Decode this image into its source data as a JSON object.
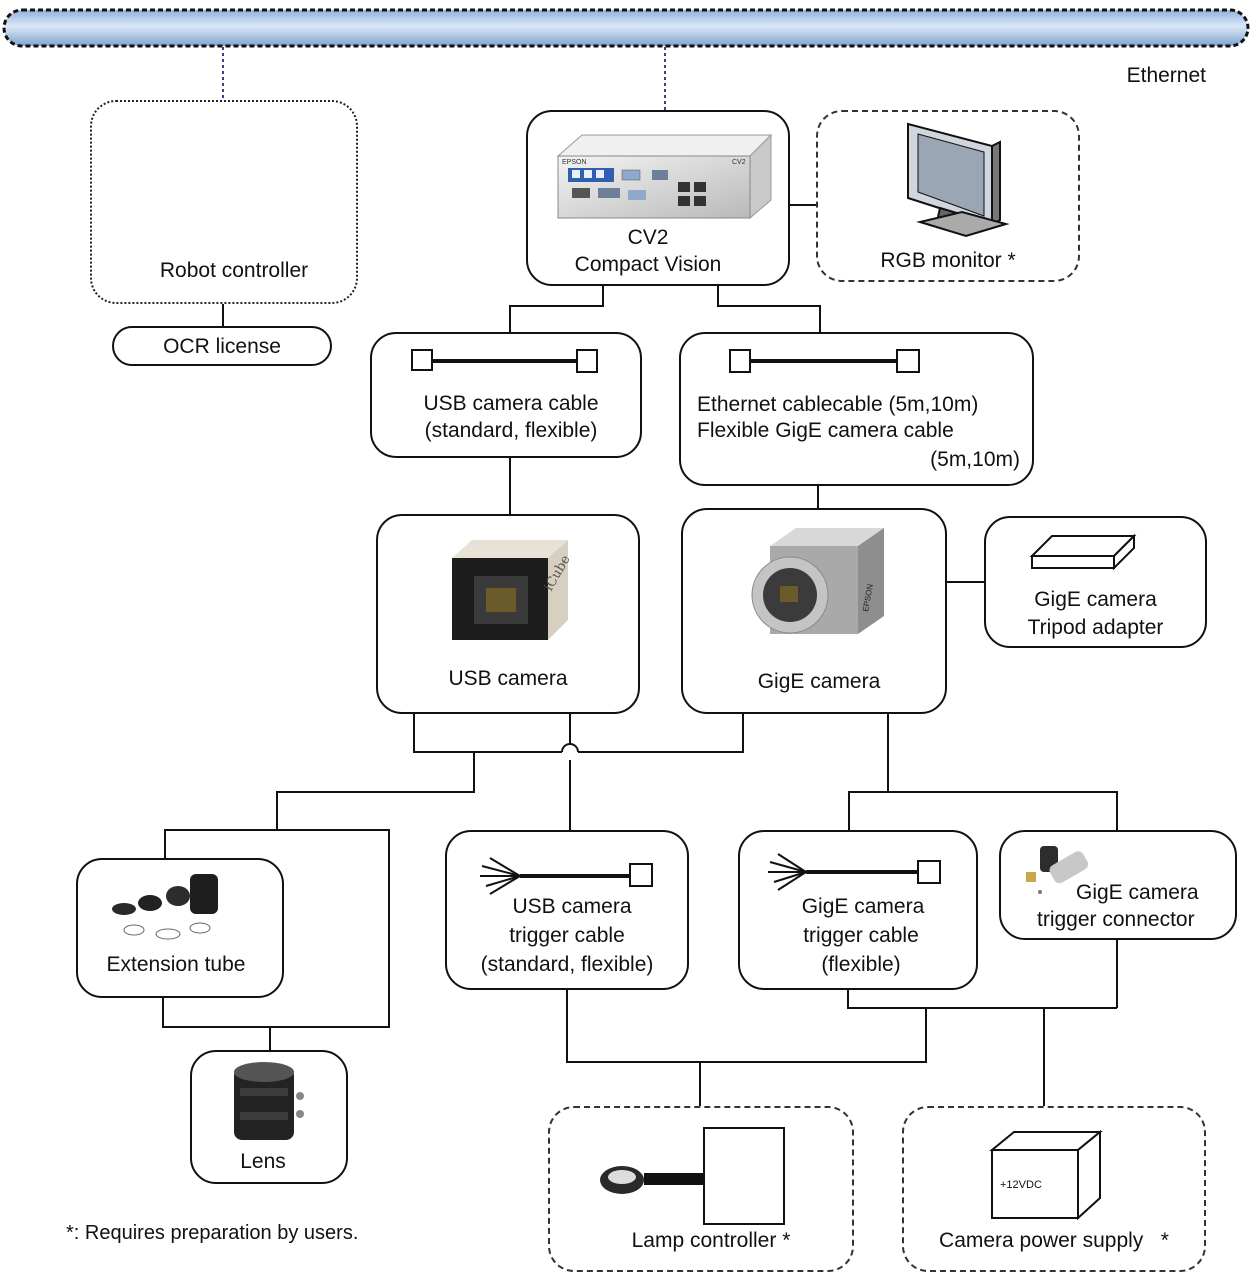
{
  "network": {
    "label": "Ethernet"
  },
  "nodes": {
    "robot_controller": {
      "label": "Robot controller"
    },
    "ocr_license": {
      "label": "OCR license"
    },
    "cv2": {
      "line1": "CV2",
      "line2": "Compact Vision",
      "photo_brand": "EPSON",
      "photo_model": "CV2"
    },
    "rgb_monitor": {
      "label": "RGB monitor *"
    },
    "usb_cable": {
      "line1": "USB camera cable",
      "line2": "(standard, flexible)"
    },
    "eth_cable": {
      "line1": "Ethernet cablecable (5m,10m)",
      "line2": "Flexible GigE camera cable",
      "line3": "(5m,10m)"
    },
    "usb_camera": {
      "label": "USB camera",
      "photo_brand": "iCube"
    },
    "gige_camera": {
      "label": "GigE camera",
      "photo_brand": "EPSON"
    },
    "tripod": {
      "line1": "GigE camera",
      "line2": "Tripod adapter"
    },
    "extension_tube": {
      "label": "Extension tube"
    },
    "lens": {
      "label": "Lens"
    },
    "usb_trigger": {
      "line1": "USB camera",
      "line2": "trigger cable",
      "line3": "(standard, flexible)"
    },
    "gige_trigger": {
      "line1": "GigE camera",
      "line2": "trigger cable",
      "line3": "(flexible)"
    },
    "gige_connector": {
      "line1": "GigE camera",
      "line2": "trigger connector"
    },
    "lamp_controller": {
      "label": "Lamp controller *"
    },
    "power_supply": {
      "label": "Camera power supply   *",
      "device_text": "+12VDC"
    }
  },
  "footnote": "*: Requires preparation by users."
}
